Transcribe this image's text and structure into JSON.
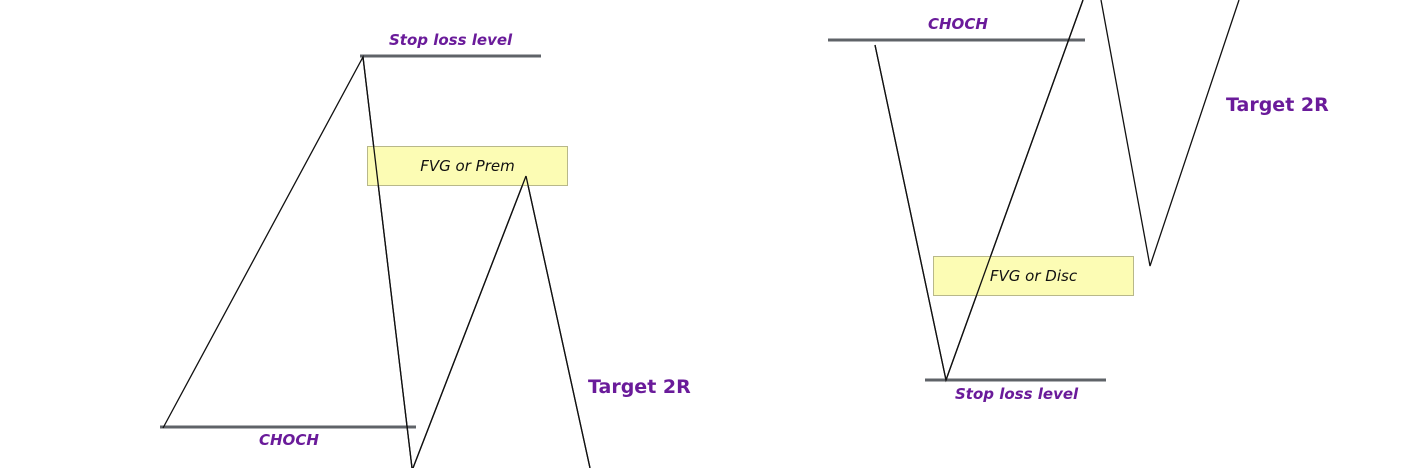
{
  "colors": {
    "label": "#6a1b9a",
    "level_line": "#5f6368",
    "price_path": "#111111",
    "zone_fill": "#fcfcb4"
  },
  "left_setup": {
    "stop_loss_label": "Stop loss level",
    "zone_label": "FVG or Prem",
    "target_label": "Target 2R",
    "choch_label": "CHOCH"
  },
  "right_setup": {
    "choch_label": "CHOCH",
    "target_label": "Target 2R",
    "zone_label": "FVG or Disc",
    "stop_loss_label": "Stop loss level"
  }
}
